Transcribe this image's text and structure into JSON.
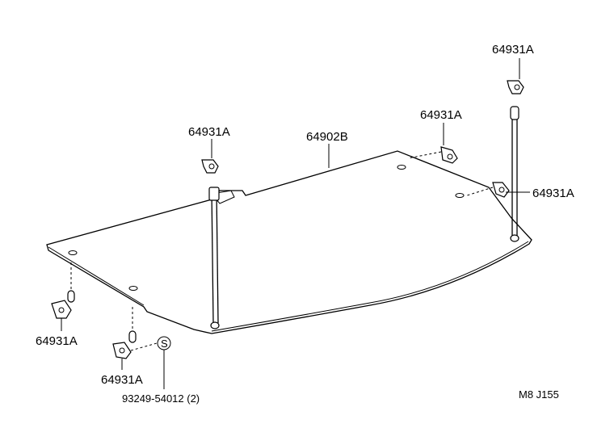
{
  "labels": {
    "clip_top_right": "64931A",
    "clip_mid_right_top": "64931A",
    "clip_right": "64931A",
    "clip_center": "64931A",
    "board": "64902B",
    "clip_bottom_left": "64931A",
    "clip_bottom": "64931A",
    "screw": "93249-54012 (2)",
    "screw_mark": "S",
    "diagram_code": "M8 J155"
  }
}
